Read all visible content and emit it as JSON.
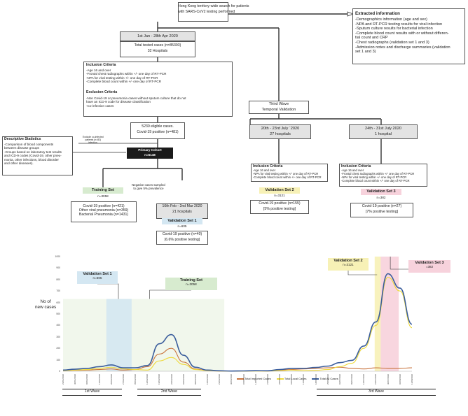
{
  "top": {
    "search": [
      "Hong Kong territory-wide search for patients",
      "with SARS-CoV2 testing performed"
    ],
    "extracted_title": "Extracted information",
    "extracted_items": [
      "-Demographics information (age and sex)",
      "-NPA and RT-PCR testing results for viral infection",
      "-Sputum culture results for bacterial infection",
      "-Complete blood count results with or without differen-",
      "tial count and CRP",
      "-Chest radiographs (validation set 1 and 3)",
      "-Admission notes and discharge summaries (validation",
      "set 1 and 3)"
    ]
  },
  "period1": {
    "dates": "1st Jan - 28th Apr 2020",
    "tested": "Total tested cases (n=85393)",
    "hospitals": "32 Hospitals"
  },
  "criteria1": {
    "incl_title": "Inclusion Criteria",
    "incl": [
      "-Age 16 and over",
      "-Frontal chest radiographs within +/- one day of RT-PCR",
      "-NPA for viral testing within +/- one day of RT-PCR",
      "-Complete blood count within +/- one day of RT-PCR"
    ],
    "excl_title": "Exclusion Criteria",
    "excl": [
      "-Non Covid-19 or pneumonia cases without sputum culture that do not",
      "have an ICD-9 code for disease classification",
      "-Co-infection cases"
    ]
  },
  "eligible": {
    "line1": "5230 eligible cases.",
    "line2": "Covid-19 positive (n=481)"
  },
  "exclude_note": [
    "Exclude co-infected",
    "patients (n=82)",
    "infection."
  ],
  "descriptive": {
    "title": "Descriptive Statistics",
    "items": [
      "-Comparison of blood components",
      "between disease groups",
      "-Groups based on laboratory test results",
      "and ICD-9 codes (Covid-19, other pneu-",
      "monia, other infections, blood disorder",
      "and other diseases)."
    ]
  },
  "primary": {
    "line1": "Primary Cohort",
    "line2": "n=5148"
  },
  "training": {
    "label": "Training Set",
    "n": "n=3058",
    "items": [
      "Covid-19 positive (n=421)",
      "Other viral pneumonia (n=359)",
      "Bacterial Pneumonia (n=1431)"
    ]
  },
  "negative_note": [
    "Negative cases sampled",
    "to give 5% prevalence"
  ],
  "val1": {
    "dates": "16th Feb - 2nd Mar 2020",
    "hospitals": "21 hospitals",
    "label": "Validation Set 1",
    "n": "n=605",
    "result1": "Covid-19 positive (n=40)",
    "result2": "[6.6% positive testing]"
  },
  "third_wave": {
    "line1": "Third Wave",
    "line2": "Temporal Validation"
  },
  "val2": {
    "dates": "20th - 23rd July `2020",
    "hospitals": "27 hospitals",
    "incl_title": "Inclusion Criteria",
    "incl": [
      "-Age 16 and over",
      "-NPA for viral testing within +/- one day of RT-PCR",
      "-Complete blood count within +/- one day of RT-PCR"
    ],
    "label": "Validation Set 2",
    "n": "n=3121",
    "result1": "Covid-19 positive (n=155)",
    "result2": "[5% positive testing]"
  },
  "val3": {
    "dates": "24th - 31st July 2020",
    "hospitals": "1 hospital",
    "incl_title": "Inclusion Criteria",
    "incl": [
      "-Age 16 and over",
      "-Frontal chest radiographs within +/- one day of RT-PCR",
      "-NPA for viral testing within +/- one day of RT-PCR",
      "-Complete blood count within +/- one day of RT-PCR"
    ],
    "label": "Validation Set 3",
    "n": "n=382",
    "result1": "Covid-19 positive (n=27)",
    "result2": "[7% positive testing]"
  },
  "chart_labels": {
    "ylabel": [
      "No of",
      "new cases"
    ],
    "v1": {
      "label": "Validation Set 1",
      "n": "n=605"
    },
    "train": {
      "label": "Training Set",
      "n": "n=3058"
    },
    "v2": {
      "label": "Validation Set 2",
      "n": "n=3121"
    },
    "v3": {
      "label": "Validation Set 3",
      "n": "=382"
    },
    "legend": [
      "Total Imported Cases",
      "Total Local Cases",
      "Total All Cases"
    ],
    "waves": [
      "1st Wave",
      "2nd Wave",
      "3rd Wave"
    ]
  },
  "colors": {
    "imported": "#c9743e",
    "local": "#eed93b",
    "all": "#3a5d9c",
    "all_light": "#7fa0c8"
  },
  "chart_data": {
    "type": "line",
    "ylim": [
      0,
      1000
    ],
    "yticks": [
      "1000",
      "900",
      "800",
      "700",
      "600",
      "500",
      "400",
      "300",
      "200",
      "100",
      "0"
    ],
    "x": [
      "23/01/2020",
      "30/01/2020",
      "06/02/2020",
      "13/02/2020",
      "20/02/2020",
      "27/02/2020",
      "05/03/2020",
      "12/03/2020",
      "19/03/2020",
      "26/03/2020",
      "02/04/2020",
      "09/04/2020",
      "16/04/2020",
      "23/04/2020",
      "30/04/2020",
      "07/05/2020",
      "14/05/2020",
      "21/05/2020",
      "28/05/2020",
      "04/06/2020",
      "11/06/2020",
      "18/06/2020",
      "25/06/2020",
      "02/07/2020",
      "09/07/2020",
      "16/07/2020",
      "23/07/2020",
      "30/07/2020",
      "06/08/2020",
      "13/08/2020"
    ],
    "series": [
      {
        "name": "Total Imported Cases",
        "values": [
          5,
          8,
          10,
          15,
          20,
          10,
          15,
          40,
          150,
          200,
          80,
          20,
          5,
          2,
          1,
          2,
          3,
          2,
          10,
          15,
          20,
          25,
          30,
          35,
          25,
          20,
          30,
          25,
          25,
          30
        ]
      },
      {
        "name": "Total Local Cases",
        "values": [
          5,
          10,
          15,
          25,
          35,
          20,
          15,
          10,
          90,
          120,
          60,
          15,
          5,
          2,
          1,
          1,
          2,
          2,
          5,
          10,
          5,
          8,
          15,
          40,
          70,
          200,
          400,
          820,
          700,
          380
        ]
      },
      {
        "name": "Total All Cases",
        "values": [
          10,
          18,
          25,
          40,
          55,
          30,
          30,
          50,
          240,
          320,
          140,
          35,
          10,
          4,
          2,
          3,
          5,
          4,
          15,
          25,
          25,
          33,
          45,
          75,
          95,
          220,
          430,
          850,
          725,
          410
        ]
      }
    ]
  }
}
